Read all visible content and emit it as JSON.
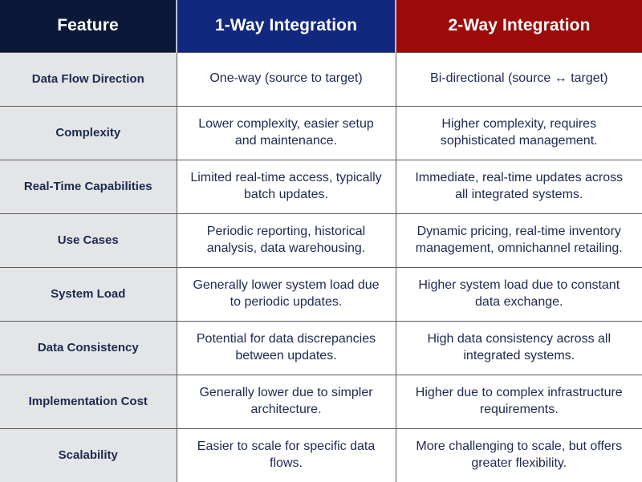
{
  "table": {
    "columns": [
      {
        "id": "feature",
        "label": "Feature",
        "bg": "#0b1838"
      },
      {
        "id": "one_way",
        "label": "1-Way Integration",
        "bg": "#12287f"
      },
      {
        "id": "two_way",
        "label": "2-Way Integration",
        "bg": "#9c0a0a"
      }
    ],
    "rows": [
      {
        "feature": "Data Flow Direction",
        "one_way": "One-way (source to target)",
        "two_way": "Bi-directional (source ↔ target)"
      },
      {
        "feature": "Complexity",
        "one_way": "Lower complexity, easier setup and maintenance.",
        "two_way": "Higher complexity, requires sophisticated management."
      },
      {
        "feature": "Real-Time Capabilities",
        "one_way": "Limited real-time access, typically batch updates.",
        "two_way": "Immediate, real-time updates across all integrated systems."
      },
      {
        "feature": "Use Cases",
        "one_way": "Periodic reporting, historical analysis, data warehousing.",
        "two_way": "Dynamic pricing, real-time inventory management, omnichannel retailing."
      },
      {
        "feature": "System Load",
        "one_way": "Generally lower system load due to periodic updates.",
        "two_way": "Higher system load due to constant data exchange."
      },
      {
        "feature": "Data Consistency",
        "one_way": "Potential for data discrepancies between updates.",
        "two_way": "High data consistency across all integrated systems."
      },
      {
        "feature": "Implementation Cost",
        "one_way": "Generally lower due to simpler architecture.",
        "two_way": "Higher due to complex infrastructure requirements."
      },
      {
        "feature": "Scalability",
        "one_way": "Easier to scale for specific data flows.",
        "two_way": "More challenging to scale, but offers greater flexibility."
      }
    ],
    "colors": {
      "header_feature_bg": "#0b1838",
      "header_one_way_bg": "#12287f",
      "header_two_way_bg": "#9c0a0a",
      "header_text": "#ffffff",
      "feature_cell_bg": "#e4e5e7",
      "value_cell_bg": "#ffffff",
      "body_text": "#1c2a52",
      "grid_line": "#5b5b5b"
    }
  }
}
